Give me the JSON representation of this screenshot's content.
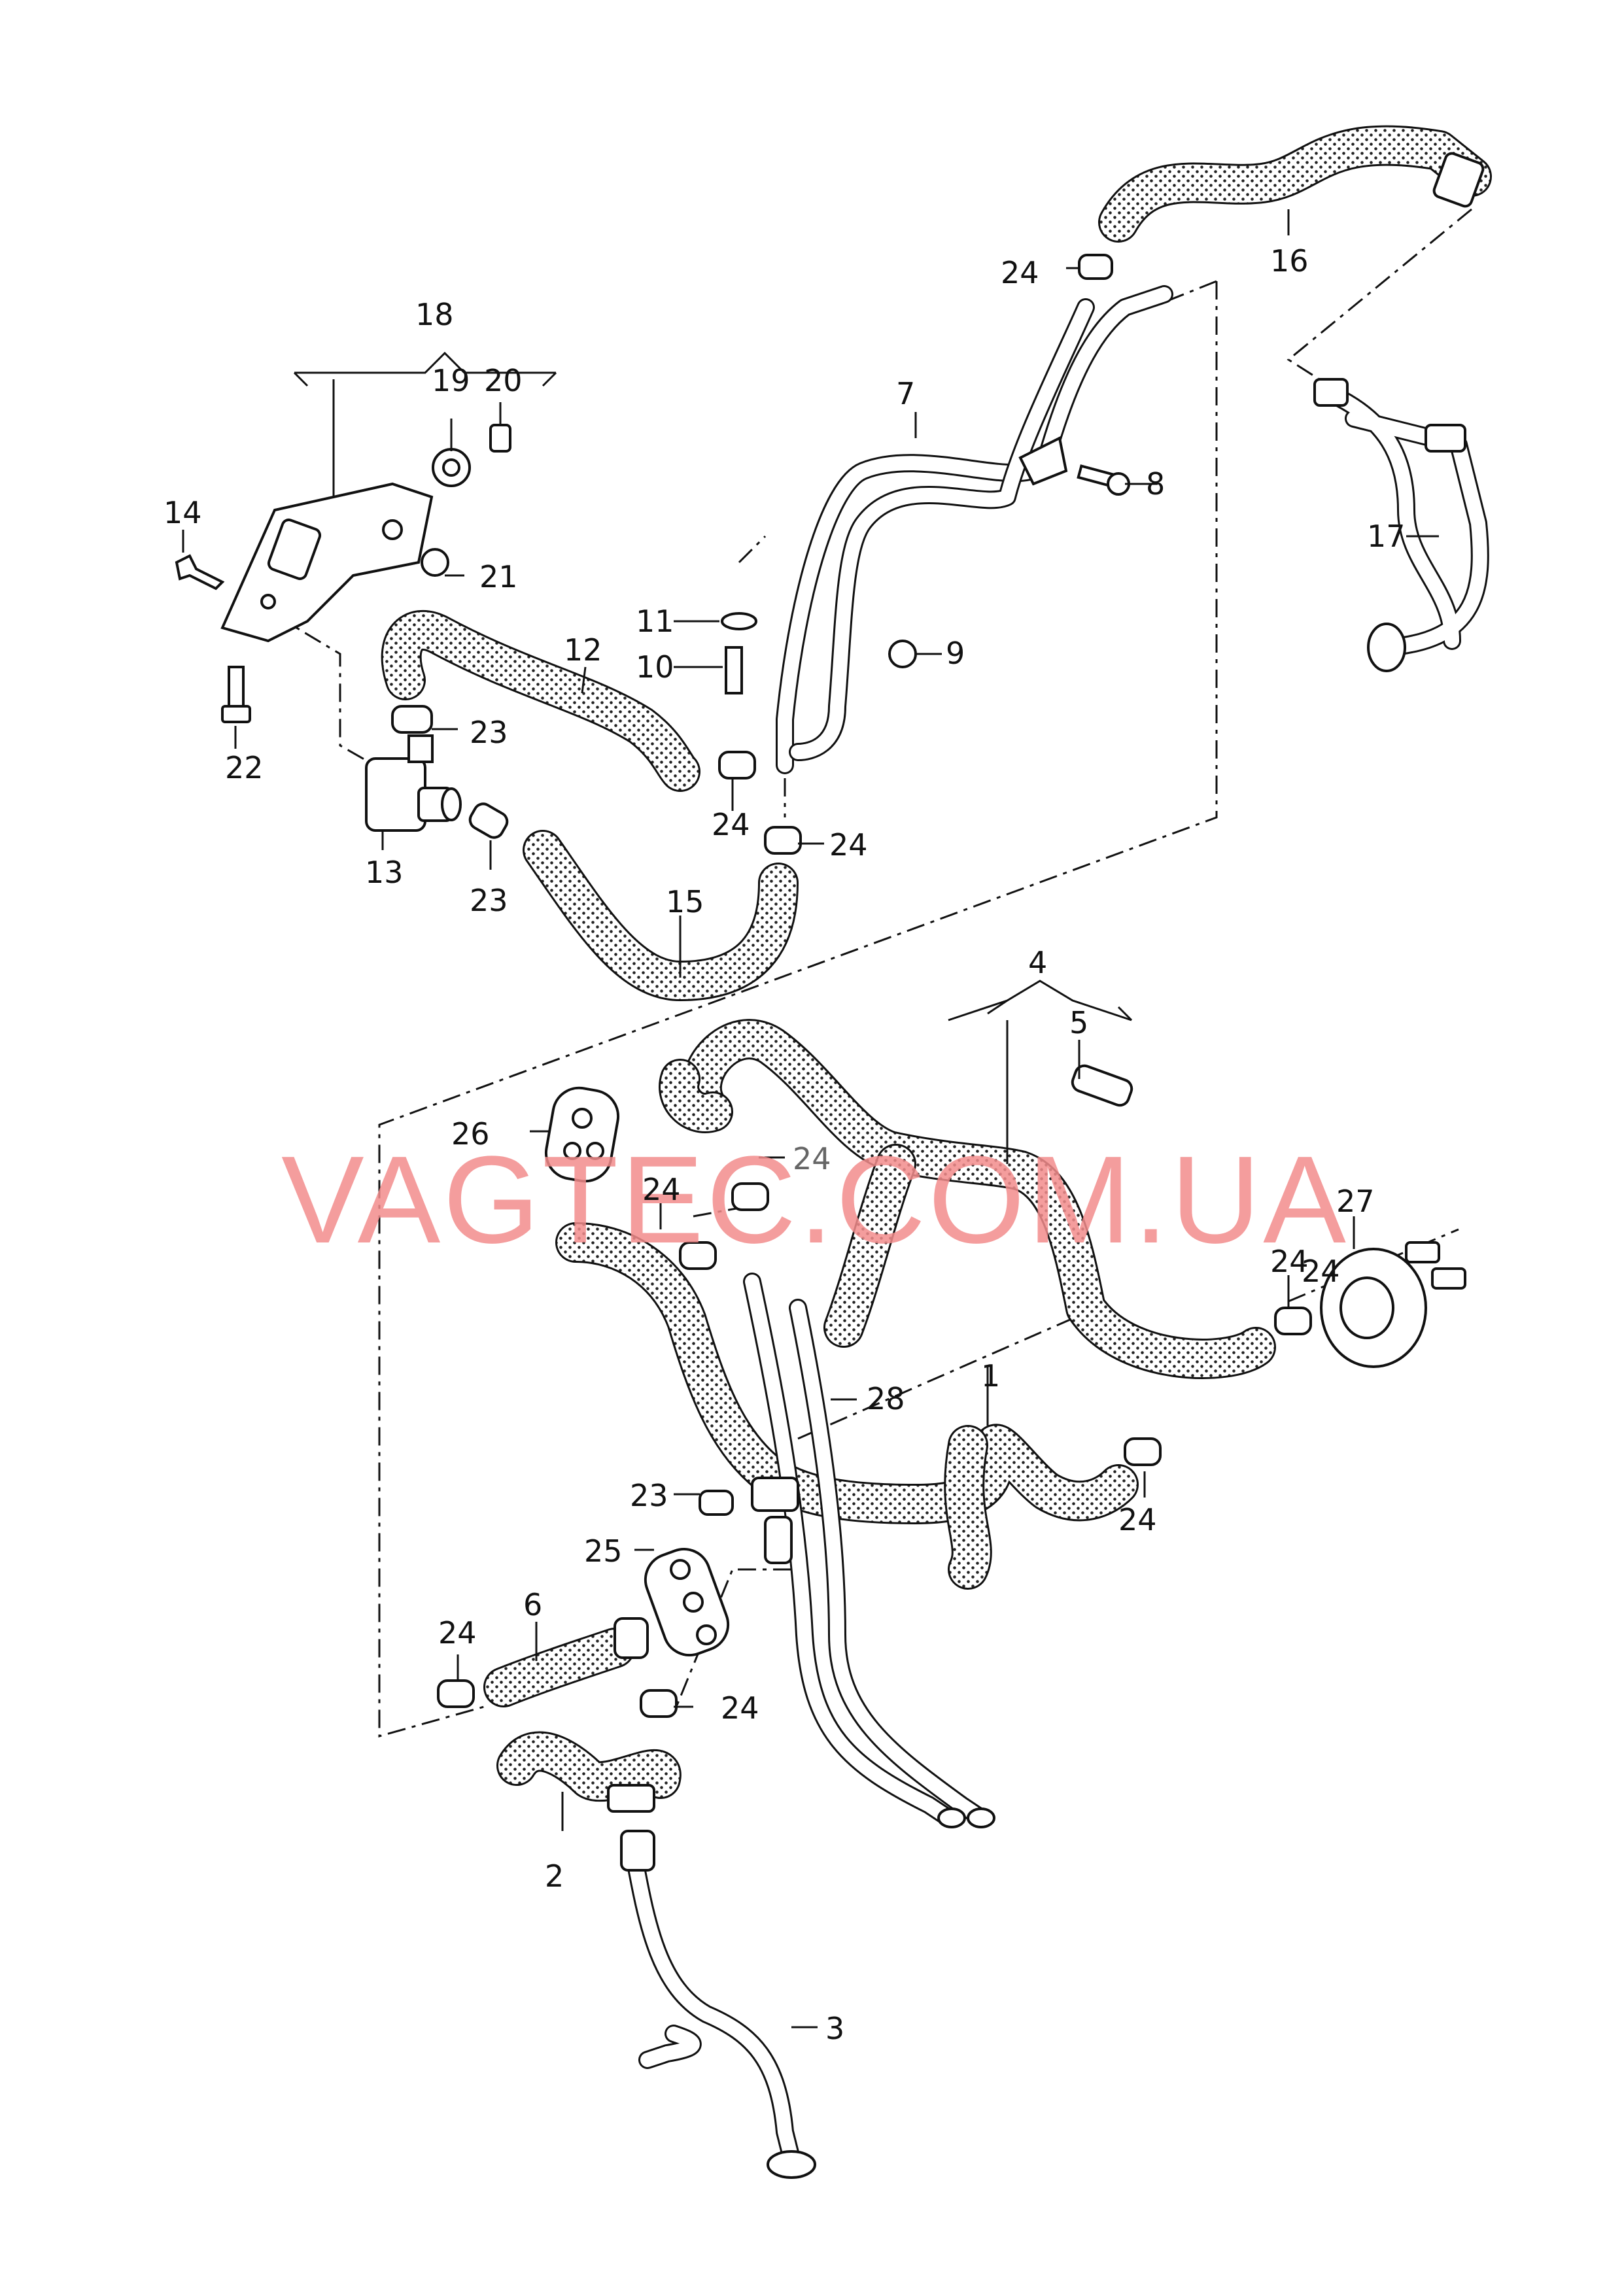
{
  "diagram": {
    "watermark": "VAGTEC.COM.UA",
    "callouts": [
      {
        "id": "c1",
        "text": "1"
      },
      {
        "id": "c2",
        "text": "2"
      },
      {
        "id": "c3",
        "text": "3"
      },
      {
        "id": "c4",
        "text": "4"
      },
      {
        "id": "c5",
        "text": "5"
      },
      {
        "id": "c6",
        "text": "6"
      },
      {
        "id": "c7",
        "text": "7"
      },
      {
        "id": "c8",
        "text": "8"
      },
      {
        "id": "c9",
        "text": "9"
      },
      {
        "id": "c10",
        "text": "10"
      },
      {
        "id": "c11",
        "text": "11"
      },
      {
        "id": "c12",
        "text": "12"
      },
      {
        "id": "c13",
        "text": "13"
      },
      {
        "id": "c14",
        "text": "14"
      },
      {
        "id": "c15",
        "text": "15"
      },
      {
        "id": "c16",
        "text": "16"
      },
      {
        "id": "c17",
        "text": "17"
      },
      {
        "id": "c18",
        "text": "18"
      },
      {
        "id": "c19",
        "text": "19"
      },
      {
        "id": "c20",
        "text": "20"
      },
      {
        "id": "c21",
        "text": "21"
      },
      {
        "id": "c22",
        "text": "22"
      },
      {
        "id": "c23a",
        "text": "23"
      },
      {
        "id": "c23b",
        "text": "23"
      },
      {
        "id": "c23c",
        "text": "23"
      },
      {
        "id": "c24a",
        "text": "24"
      },
      {
        "id": "c24b",
        "text": "24"
      },
      {
        "id": "c24c",
        "text": "24"
      },
      {
        "id": "c24d",
        "text": "24"
      },
      {
        "id": "c24e",
        "text": "24"
      },
      {
        "id": "c24f",
        "text": "24"
      },
      {
        "id": "c24g",
        "text": "24"
      },
      {
        "id": "c24h",
        "text": "24"
      },
      {
        "id": "c24i",
        "text": "24"
      },
      {
        "id": "c24j",
        "text": "24"
      },
      {
        "id": "c25",
        "text": "25"
      },
      {
        "id": "c26",
        "text": "26"
      },
      {
        "id": "c27",
        "text": "27"
      },
      {
        "id": "c28",
        "text": "28"
      }
    ]
  }
}
